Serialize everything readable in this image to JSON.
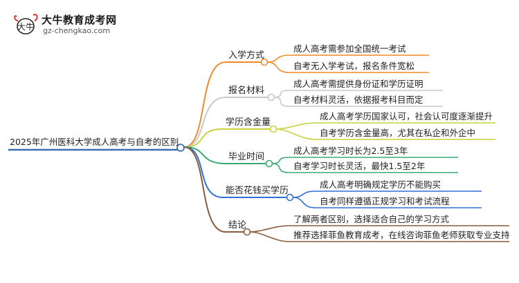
{
  "logo": {
    "title": "大牛教育成考网",
    "url": "gz-chengkao.com",
    "mark": "大牛"
  },
  "root": {
    "label": "2025年广州医科大学成人高考与自考的区别"
  },
  "branches": [
    {
      "label": "入学方式",
      "color": "#f0892a",
      "leaves": [
        "成人高考需参加全国统一考试",
        "自考无入学考试，报名条件宽松"
      ]
    },
    {
      "label": "报名材料",
      "color": "#c8c8c8",
      "leaves": [
        "成人高考需提供身份证和学历证明",
        "自考材料灵活，依据报考科目而定"
      ]
    },
    {
      "label": "学历含金量",
      "color": "#c8d23a",
      "leaves": [
        "成人高考学历国家认可，社会认可度逐渐提升",
        "自考学历含金量高，尤其在私企和外企中"
      ]
    },
    {
      "label": "毕业时间",
      "color": "#3aa874",
      "leaves": [
        "成人高考学习时长为2.5至3年",
        "自考学习时长灵活，最快1.5至2年"
      ]
    },
    {
      "label": "能否花钱买学历",
      "color": "#2f6fd6",
      "leaves": [
        "成人高考明确规定学历不能购买",
        "自考同样遵循正规学习和考试流程"
      ]
    },
    {
      "label": "结论",
      "color": "#8a5a3c",
      "leaves": [
        "了解两者区别，选择适合自己的学习方式",
        "推荐选择菲鱼教育成考，在线咨询菲鱼老师获取专业支持"
      ]
    }
  ]
}
